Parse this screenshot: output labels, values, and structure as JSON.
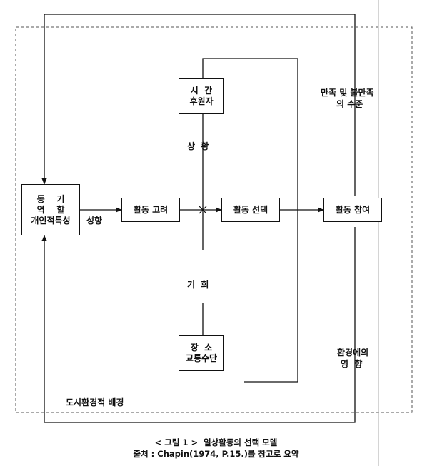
{
  "boxes": {
    "motive": {
      "line1": "동    기",
      "line2": "역    할",
      "line3": "개인적특성"
    },
    "consider": {
      "label": "활동 고려"
    },
    "select": {
      "label": "활동 선택"
    },
    "participate": {
      "label": "활동 참여"
    },
    "time": {
      "line1": "시  간",
      "line2": "후원자"
    },
    "place": {
      "line1": "장  소",
      "line2": "교통수단"
    }
  },
  "labels": {
    "tendency": "성향",
    "situation": "상  황",
    "opportunity": "기  회",
    "satisfaction_line1": "만족 및 불만족",
    "satisfaction_line2": "의 수준",
    "impact_line1": "환경에의",
    "impact_line2": "영  향",
    "background": "도시환경적 배경"
  },
  "caption": {
    "title": "< 그림 1 >  일상활동의 선택 모델",
    "source": "출처 : Chapin(1974, P.15.)를 참고로 요약"
  }
}
